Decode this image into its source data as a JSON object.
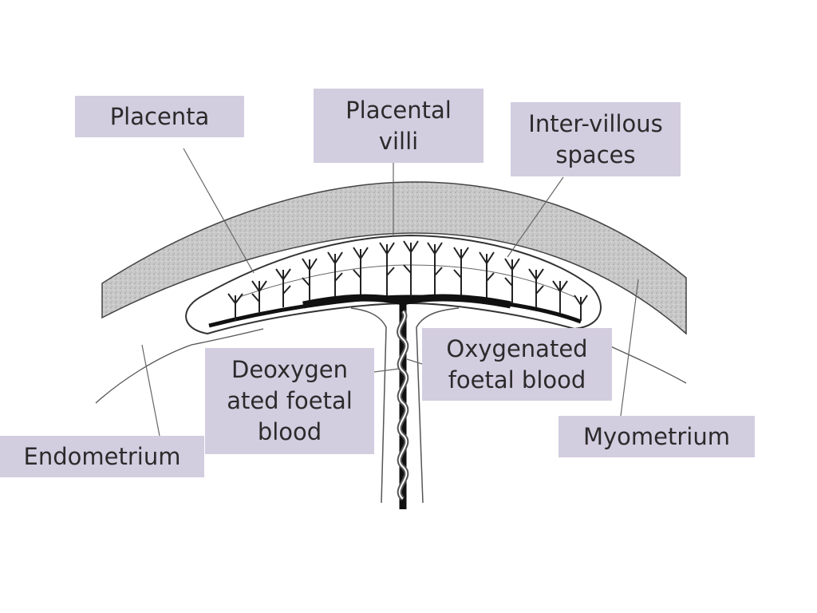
{
  "colors": {
    "label_bg": "#d3cde0",
    "label_text": "#2b2b2b",
    "myometrium_fill": "#c8c8c8",
    "outline": "#333333",
    "vessel": "#111111"
  },
  "labels": {
    "placenta": "Placenta",
    "placental_villi": "Placental villi",
    "inter_villous_spaces": "Inter-villous spaces",
    "oxygenated_blood": "Oxygenated foetal blood",
    "deoxygenated_blood": "Deoxygen ated foetal blood",
    "endometrium": "Endometrium",
    "myometrium": "Myometrium"
  }
}
